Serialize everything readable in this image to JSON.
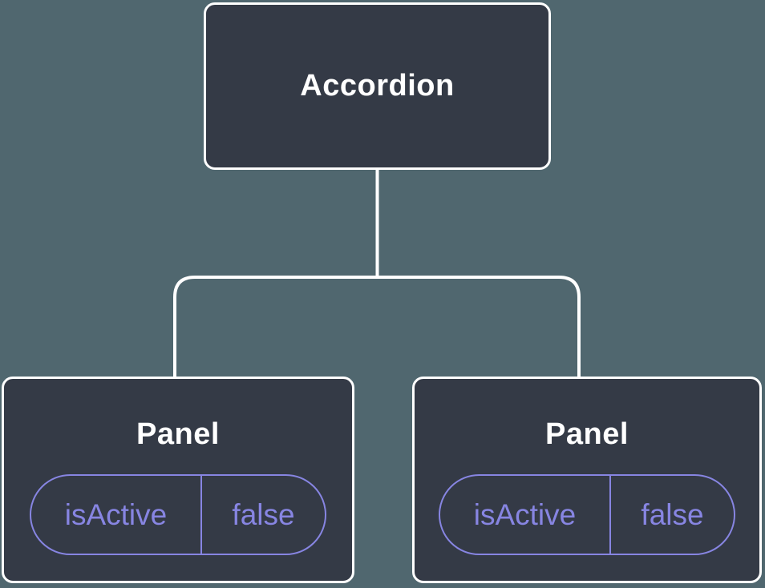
{
  "colors": {
    "background": "#50676F",
    "node_fill": "#343A46",
    "node_border": "#FFFFFF",
    "node_text": "#FFFFFF",
    "state_accent": "#8785E2"
  },
  "tree": {
    "root": {
      "label": "Accordion"
    },
    "children": [
      {
        "label": "Panel",
        "state": {
          "key": "isActive",
          "value": "false"
        }
      },
      {
        "label": "Panel",
        "state": {
          "key": "isActive",
          "value": "false"
        }
      }
    ]
  }
}
